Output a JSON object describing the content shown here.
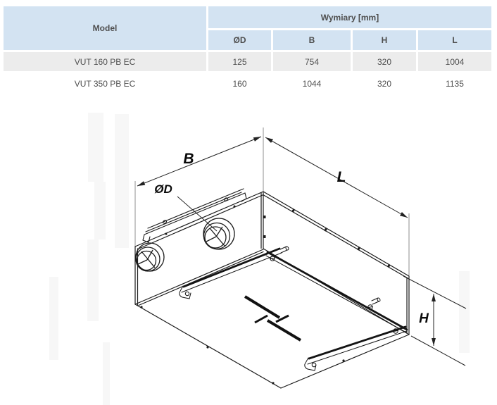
{
  "table": {
    "model_header": "Model",
    "dimensions_header": "Wymiary [mm]",
    "columns": [
      "ØD",
      "B",
      "H",
      "L"
    ],
    "rows": [
      {
        "model": "VUT 160 PB EC",
        "values": [
          "125",
          "754",
          "320",
          "1004"
        ]
      },
      {
        "model": "VUT 350 PB EC",
        "values": [
          "160",
          "1044",
          "320",
          "1135"
        ]
      }
    ]
  },
  "diagram": {
    "labels": {
      "width": "B",
      "length": "L",
      "diameter": "ØD",
      "height": "H"
    }
  },
  "colors": {
    "header_blue": "#d3e3f2",
    "row_gray": "#ececec",
    "table_text": "#4f4f4f",
    "line_black": "#1b1b1b",
    "extension_gray": "#8f8f8f"
  }
}
